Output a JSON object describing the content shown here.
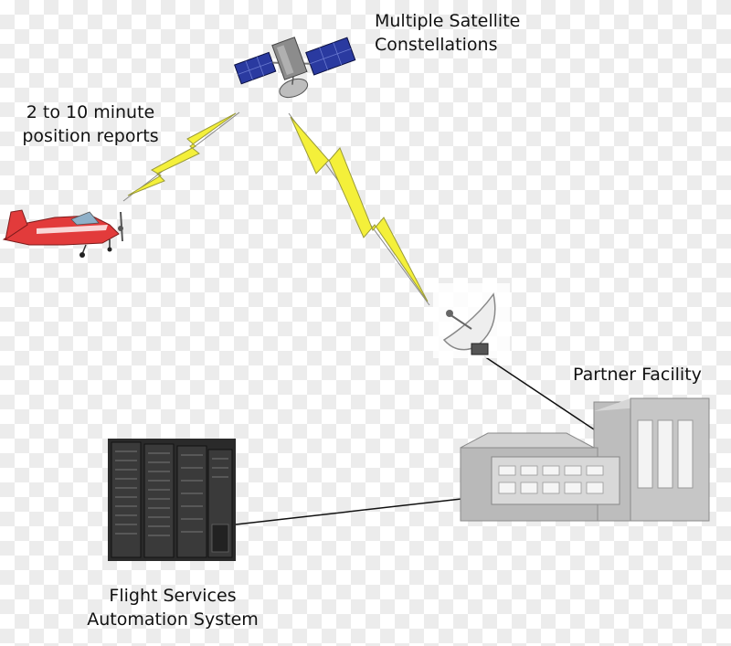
{
  "labels": {
    "satellite": [
      "Multiple Satellite",
      "Constellations"
    ],
    "reports": [
      "2 to 10 minute",
      "position reports"
    ],
    "partner": "Partner Facility",
    "fsas": [
      "Flight Services",
      "Automation System"
    ]
  },
  "colors": {
    "lightning": "#f4f03a",
    "lightning_edge": "#9a9a3a",
    "connector": "#111111",
    "plane_body": "#e23b3b",
    "building": "#b9b9b9",
    "server": "#2a2a2a",
    "solar_panel": "#2a3aa0"
  },
  "icons": {
    "satellite": "satellite-icon",
    "airplane": "airplane-icon",
    "dish": "satellite-dish-icon",
    "building": "building-icon",
    "servers": "server-rack-icon"
  }
}
